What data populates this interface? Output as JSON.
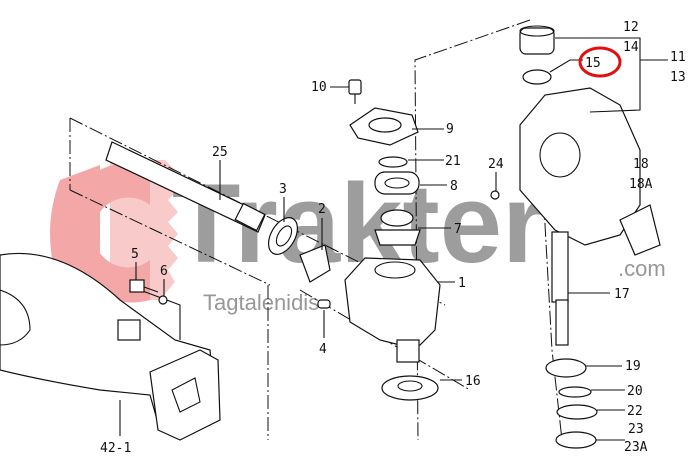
{
  "watermark": {
    "brand": "Trakter",
    "domain": ".com",
    "company": "Tagtalenidis",
    "logo_color": "#f08a8a",
    "text_color": "#8c8c8c"
  },
  "highlight": {
    "label": "15",
    "color": "#e01010"
  },
  "part_labels": {
    "p1": "1",
    "p2": "2",
    "p3": "3",
    "p4": "4",
    "p5": "5",
    "p6": "6",
    "p7": "7",
    "p8": "8",
    "p9": "9",
    "p10": "10",
    "p11": "11",
    "p12": "12",
    "p13": "13",
    "p14": "14",
    "p15": "15",
    "p16": "16",
    "p17": "17",
    "p18": "18",
    "p18a": "18A",
    "p19": "19",
    "p20": "20",
    "p21": "21",
    "p22": "22",
    "p23": "23",
    "p23a": "23A",
    "p24": "24",
    "p25": "25",
    "p42_1": "42-1"
  }
}
